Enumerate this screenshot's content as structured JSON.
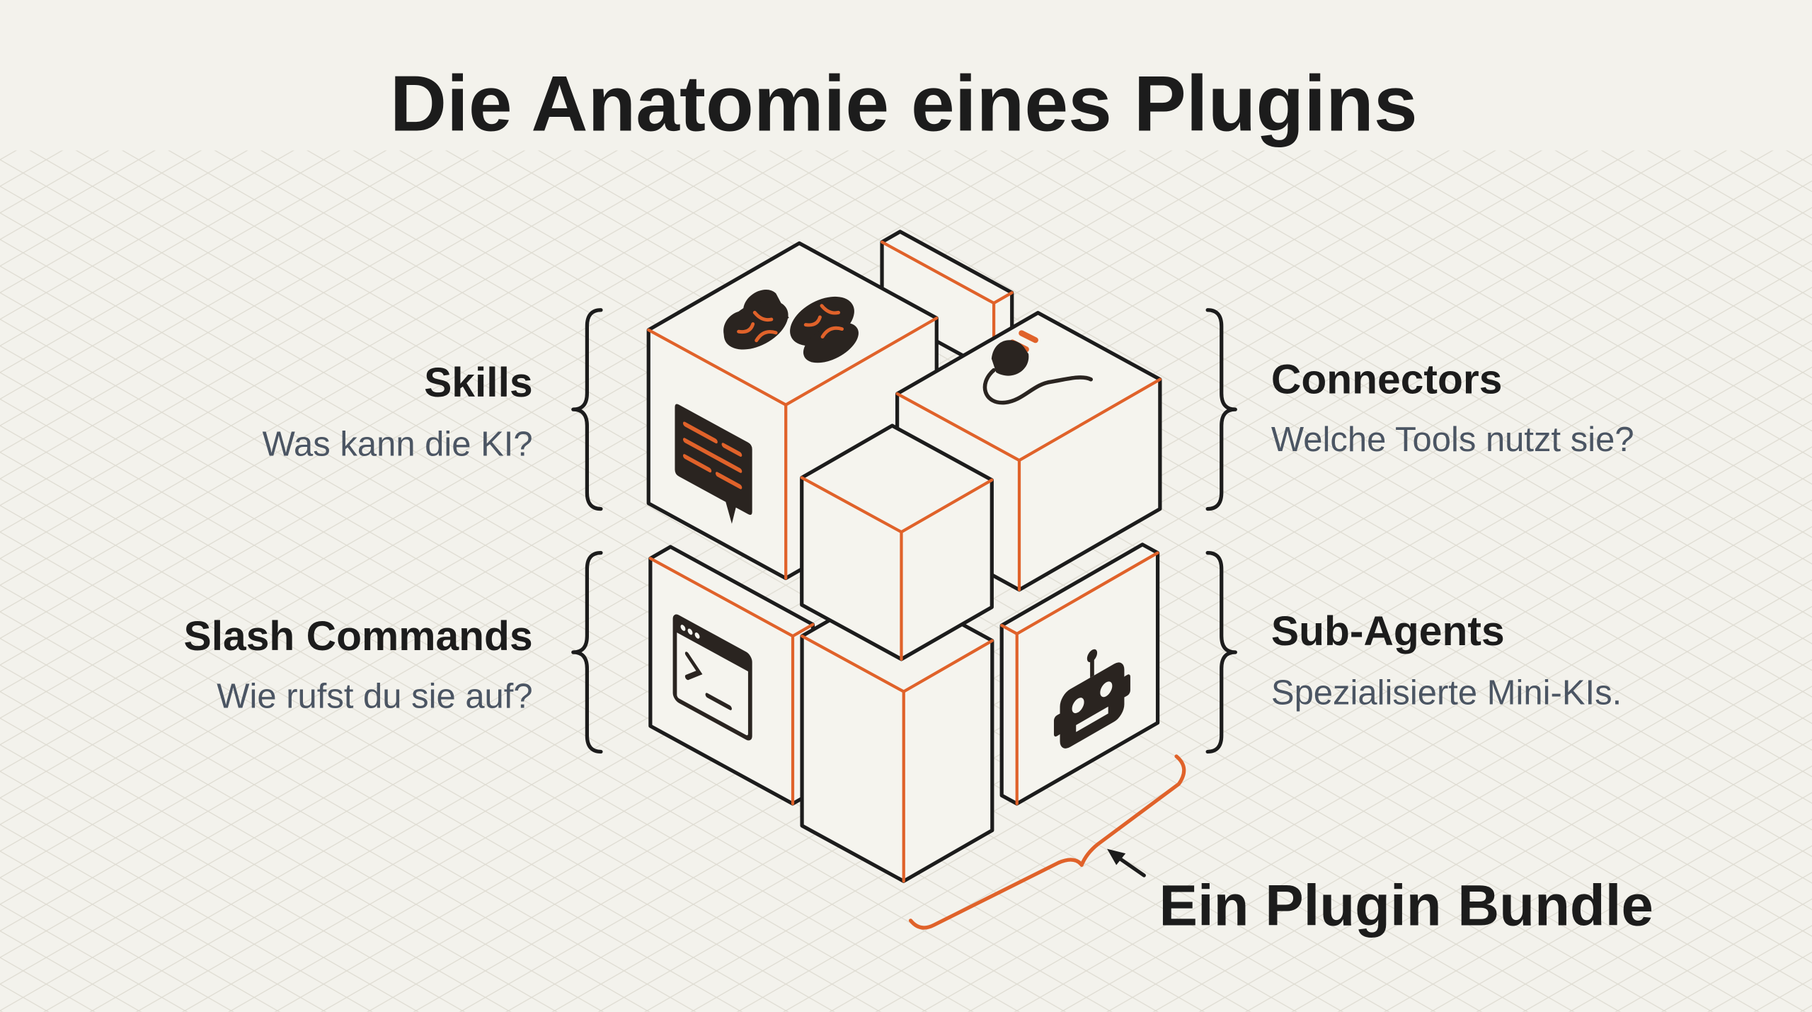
{
  "title": "Die Anatomie eines Plugins",
  "components": {
    "skills": {
      "title": "Skills",
      "subtitle": "Was kann die KI?",
      "icons": [
        "brain-icon",
        "chat-bubble-icon"
      ]
    },
    "slash_commands": {
      "title": "Slash Commands",
      "subtitle": "Wie rufst du sie auf?",
      "icon": "terminal-icon"
    },
    "connectors": {
      "title": "Connectors",
      "subtitle": "Welche Tools nutzt sie?",
      "icon": "plug-icon"
    },
    "sub_agents": {
      "title": "Sub-Agents",
      "subtitle": "Spezialisierte Mini-KIs.",
      "icon": "robot-icon"
    }
  },
  "bundle_label": "Ein Plugin Bundle",
  "colors": {
    "accent": "#e0622a",
    "ink": "#1c1c1c",
    "background": "#f3f2ec",
    "muted": "#4b5563",
    "grid": "#dcd9cf"
  }
}
